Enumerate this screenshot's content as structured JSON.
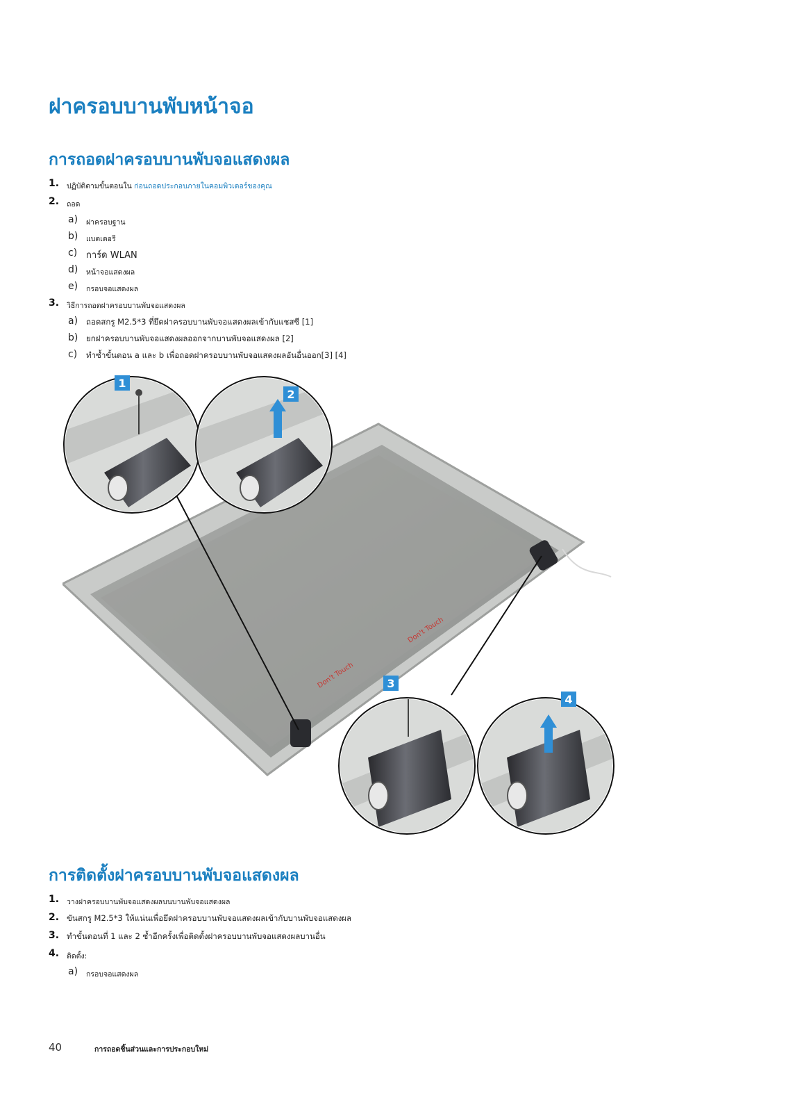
{
  "title": "ฝาครอบบานพับหน้าจอ",
  "removal": {
    "heading": "การถอดฝาครอบบานพับจอแสดงผล",
    "steps": [
      {
        "num": "1.",
        "prefix": "ปฏิบัติตามขั้นตอนใน ",
        "link": "ก่อนถอดประกอบภายในคอมพิวเตอร์ของคุณ"
      },
      {
        "num": "2.",
        "text": "ถอด",
        "subs": [
          {
            "letter": "a)",
            "link": "ฝาครอบฐาน"
          },
          {
            "letter": "b)",
            "link": "แบตเตอรี"
          },
          {
            "letter": "c)",
            "link": "การ์ด WLAN"
          },
          {
            "letter": "d)",
            "link": "หน้าจอแสดงผล"
          },
          {
            "letter": "e)",
            "link": "กรอบจอแสดงผล"
          }
        ]
      },
      {
        "num": "3.",
        "text": "วิธีการถอดฝาครอบบานพับจอแสดงผล",
        "subs": [
          {
            "letter": "a)",
            "text": "ถอดสกรู M2.5*3 ที่ยึดฝาครอบบานพับจอแสดงผลเข้ากับแชสซี [1]"
          },
          {
            "letter": "b)",
            "text": "ยกฝาครอบบานพับจอแสดงผลออกจากบานพับจอแสดงผล [2]"
          },
          {
            "letter": "c)",
            "text": "ทำซ้ำขั้นตอน a และ b เพื่อถอดฝาครอบบานพับจอแสดงผลอันอื่นออก[3] [4]"
          }
        ]
      }
    ]
  },
  "figure": {
    "callouts": [
      "1",
      "2",
      "3",
      "4"
    ],
    "sticker_text": "Don't Touch"
  },
  "install": {
    "heading": "การติดตั้งฝาครอบบานพับจอแสดงผล",
    "steps": [
      {
        "num": "1.",
        "text": "วางฝาครอบบานพับจอแสดงผลบนบานพับจอแสดงผล"
      },
      {
        "num": "2.",
        "text": "ขันสกรู M2.5*3 ให้แน่นเพื่อยึดฝาครอบบานพับจอแสดงผลเข้ากับบานพับจอแสดงผล"
      },
      {
        "num": "3.",
        "text": "ทำขั้นตอนที่ 1 และ 2 ซ้ำอีกครั้งเพื่อติดตั้งฝาครอบบานพับจอแสดงผลบานอื่น"
      },
      {
        "num": "4.",
        "text": "ติดตั้ง:",
        "subs": [
          {
            "letter": "a)",
            "link": "กรอบจอแสดงผล"
          }
        ]
      }
    ]
  },
  "footer": {
    "page_number": "40",
    "section_title": "การถอดชิ้นส่วนและการประกอบใหม่"
  },
  "colors": {
    "heading_blue": "#1a7fc0",
    "link_blue": "#1a7fc0",
    "callout_blue": "#2f8fd6"
  }
}
